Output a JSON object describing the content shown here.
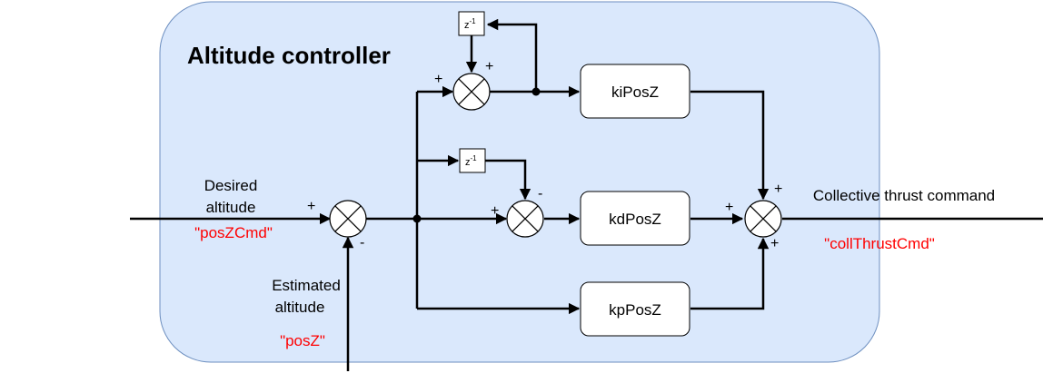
{
  "panel": {
    "title": "Altitude controller"
  },
  "gains": {
    "ki": "kiPosZ",
    "kd": "kdPosZ",
    "kp": "kpPosZ"
  },
  "delay": {
    "base": "z",
    "exponent": "-1"
  },
  "inputs": {
    "desired": {
      "line1": "Desired",
      "line2": "altitude",
      "var": "\"posZCmd\""
    },
    "estimated": {
      "line1": "Estimated",
      "line2": "altitude",
      "var": "\"posZ\""
    }
  },
  "output": {
    "label": "Collective thrust command",
    "var": "\"collThrustCmd\""
  },
  "signs": {
    "plus": "+",
    "minus": "-"
  },
  "colors": {
    "panel_fill": "#dae8fc",
    "panel_stroke": "#6c8ebf",
    "variable_text": "#ff0000"
  }
}
